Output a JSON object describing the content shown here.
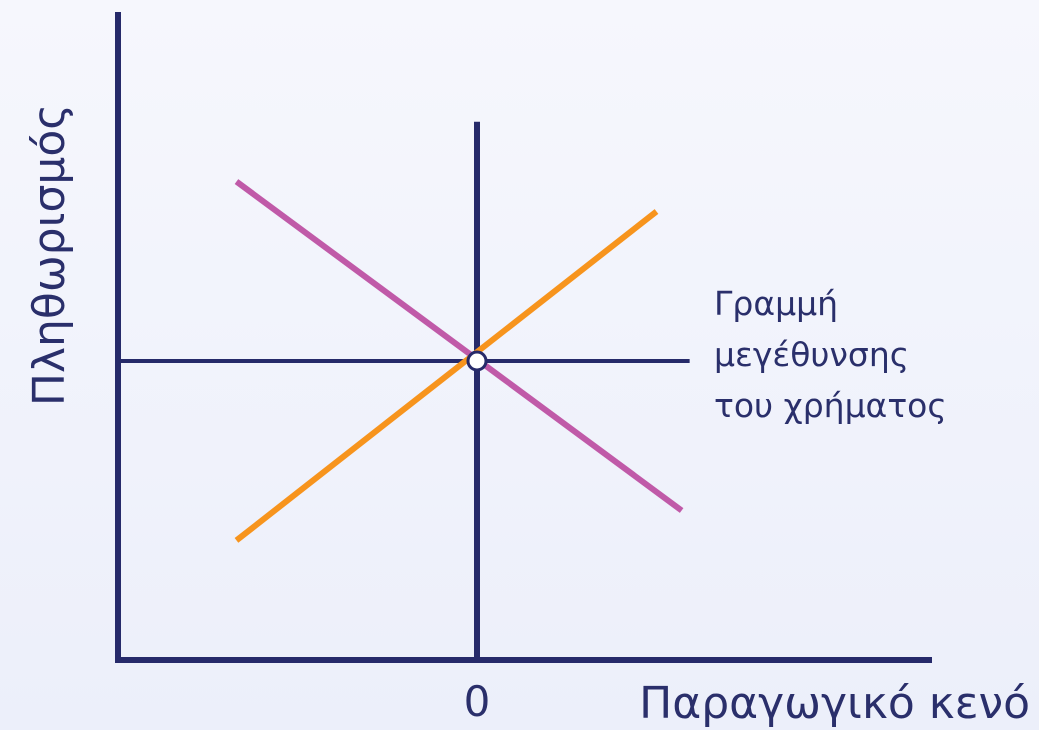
{
  "chart_data": {
    "type": "line",
    "xlabel": "Παραγωγικό κενό",
    "ylabel": "Πληθωρισμός",
    "x_ticks": [
      "0"
    ],
    "annotation": [
      "Γραμμή",
      "μεγέθυνσης",
      "του χρήματος"
    ],
    "xlim": [
      -1,
      1.25
    ],
    "ylim": [
      -1,
      1.3
    ],
    "lines": [
      {
        "id": "descending",
        "color": "#c05aa8",
        "x": [
          -0.67,
          0.57
        ],
        "y": [
          0.6,
          -0.5
        ]
      },
      {
        "id": "ascending",
        "color": "#f7941d",
        "x": [
          -0.67,
          0.5
        ],
        "y": [
          -0.6,
          0.5
        ]
      }
    ],
    "reference_lines": {
      "horizontal_y": 0,
      "horizontal_x_range": [
        -1,
        0.57
      ],
      "vertical_x": 0,
      "vertical_y_range": [
        -1,
        0.8
      ]
    },
    "intersection": {
      "x": 0,
      "y": 0
    },
    "colors": {
      "axis": "#262a6a",
      "background": "#f2f4fc"
    }
  }
}
